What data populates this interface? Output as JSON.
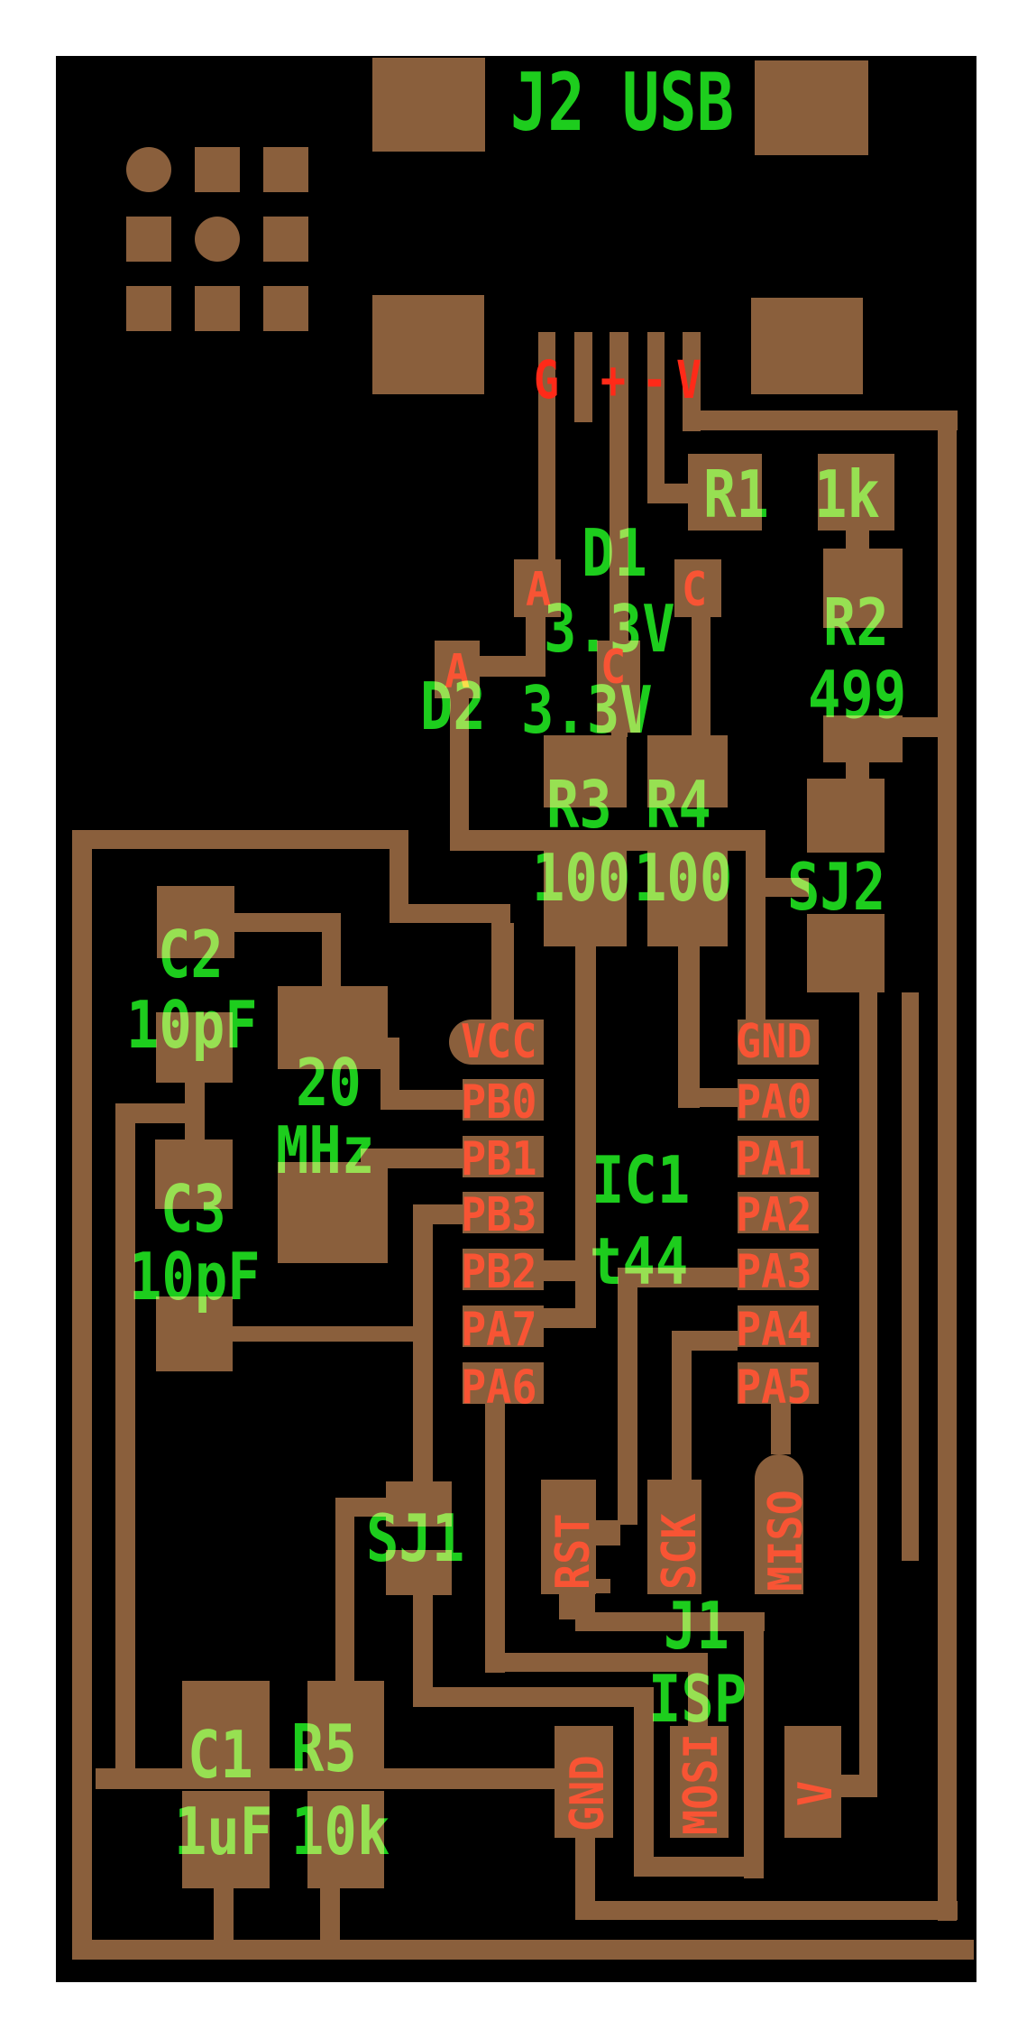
{
  "colors": {
    "copper": "#8a5f3c",
    "board": "#000000",
    "silk": "#1dcd1d",
    "redlbl": "#ff2a18",
    "pinlbl": "#f85434",
    "page": "#ffffff"
  },
  "title": {
    "connector": "J2 USB"
  },
  "usb_pins": {
    "g": "G",
    "plus": "+",
    "minus": "-",
    "v": "V"
  },
  "components": {
    "r1": {
      "ref": "R1",
      "value": "1k"
    },
    "r2": {
      "ref": "R2",
      "value": "499"
    },
    "r3": {
      "ref": "R3",
      "value": "100"
    },
    "r4": {
      "ref": "R4",
      "value": "100"
    },
    "r5": {
      "ref": "R5",
      "value": "10k"
    },
    "c1": {
      "ref": "C1",
      "value": "1uF"
    },
    "c2": {
      "ref": "C2",
      "value": "10pF"
    },
    "c3": {
      "ref": "C3",
      "value": "10pF"
    },
    "xtal": {
      "value_line1": "20",
      "value_line2": "MHz"
    },
    "d1": {
      "ref": "D1",
      "value": "3.3V",
      "anode": "A",
      "cathode": "C"
    },
    "d2": {
      "ref": "D2",
      "value": "3.3V",
      "anode": "A",
      "cathode": "C"
    }
  },
  "jumpers": {
    "sj1": "SJ1",
    "sj2": "SJ2"
  },
  "ic": {
    "ref": "IC1",
    "value": "t44",
    "left_pins": [
      "VCC",
      "PB0",
      "PB1",
      "PB3",
      "PB2",
      "PA7",
      "PA6"
    ],
    "right_pins": [
      "GND",
      "PA0",
      "PA1",
      "PA2",
      "PA3",
      "PA4",
      "PA5"
    ]
  },
  "isp": {
    "ref": "J1",
    "value": "ISP",
    "pads": {
      "rst": "RST",
      "sck": "SCK",
      "miso": "MISO",
      "gnd": "GND",
      "mosi": "MOSI",
      "v": "V"
    }
  }
}
